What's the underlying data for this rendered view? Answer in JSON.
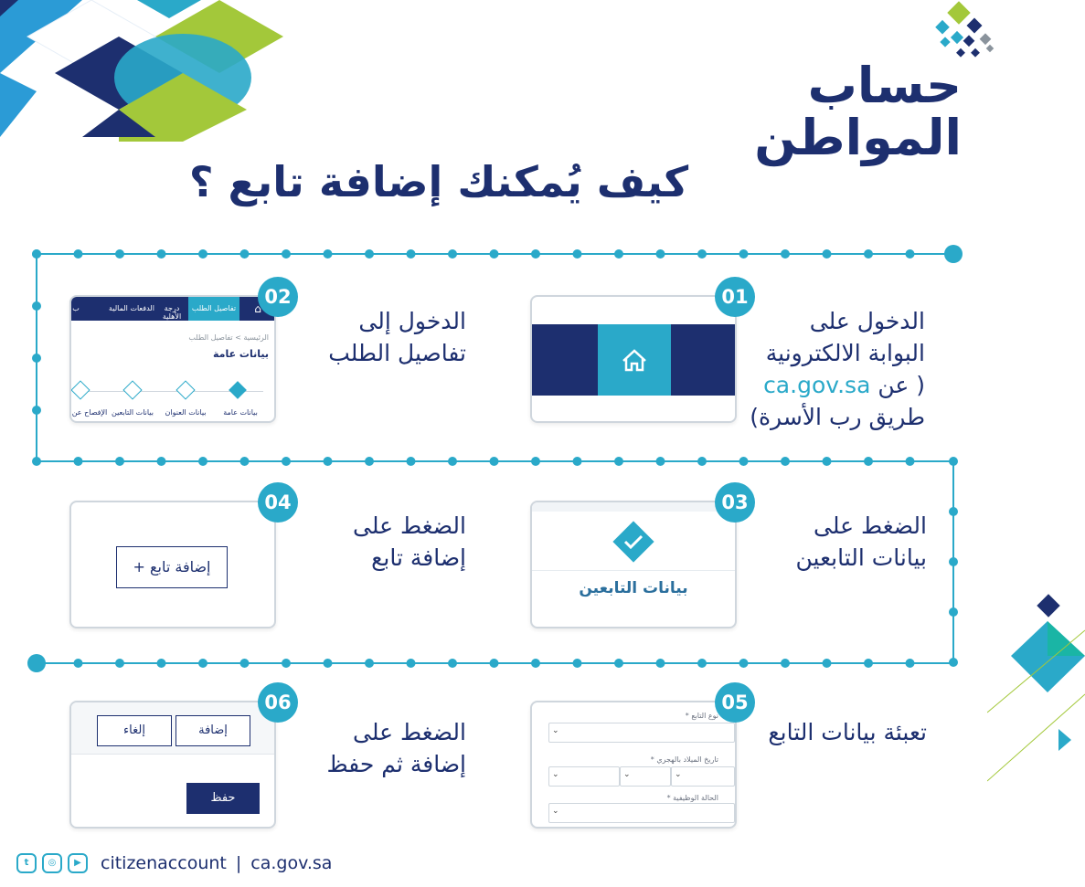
{
  "brand": {
    "logo_line1": "حساب",
    "logo_line2": "المواطن",
    "colors": {
      "navy": "#1d2f6f",
      "teal": "#2aa9c9",
      "green": "#a3c83a",
      "light_blue": "#2b9bd6"
    }
  },
  "title": "كيف يُمكنك إضافة تابع ؟",
  "steps": [
    {
      "number": "01",
      "lines": [
        "الدخول على",
        "البوابة الالكترونية",
        "( عن",
        "طريق رب الأسرة)"
      ],
      "link": "ca.gov.sa"
    },
    {
      "number": "02",
      "lines": [
        "الدخول إلى",
        "تفاصيل الطلب"
      ]
    },
    {
      "number": "03",
      "lines": [
        "الضغط على",
        "بيانات التابعين"
      ]
    },
    {
      "number": "04",
      "lines": [
        "الضغط على",
        "إضافة تابع"
      ]
    },
    {
      "number": "05",
      "lines": [
        "تعبئة بيانات التابع"
      ]
    },
    {
      "number": "06",
      "lines": [
        "الضغط على",
        "إضافة ثم حفظ"
      ]
    }
  ],
  "step1_card": {
    "icon": "home-icon"
  },
  "step2_card": {
    "tabs": [
      "تفاصيل الطلب",
      "درجة الأهلية",
      "الدفعات المالية",
      "ب"
    ],
    "breadcrumb": "الرئيسية > تفاصيل الطلب",
    "heading": "بيانات عامة",
    "progress_steps": [
      "بيانات عامة",
      "بيانات العنوان",
      "بيانات التابعين",
      "الإفصاح عن"
    ]
  },
  "step3_card": {
    "label": "بيانات التابعين",
    "icon": "check-diamond-icon"
  },
  "step4_card": {
    "button": "إضافة تابع +"
  },
  "step5_card": {
    "fields": [
      "نوع التابع *",
      "تاريخ الميلاد بالهجري *",
      "الحالة الوظيفية *"
    ]
  },
  "step6_card": {
    "add": "إضافة",
    "cancel": "إلغاء",
    "save": "حفظ"
  },
  "footer": {
    "handle": "citizenaccount",
    "separator": "|",
    "site": "ca.gov.sa",
    "icons": [
      "twitter-icon",
      "instagram-icon",
      "youtube-icon"
    ]
  }
}
